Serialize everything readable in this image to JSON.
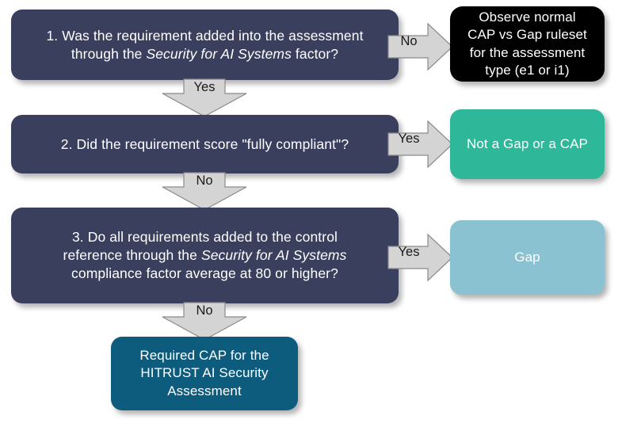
{
  "diagram": {
    "title": "CAP vs Gap decision flow for Security for AI Systems",
    "colors": {
      "decision": "#3b3f5e",
      "black": "#000000",
      "teal": "#2fb79a",
      "light_blue": "#8bc2d2",
      "dark_blue": "#0d5b7d",
      "arrow_fill": "#d4d4d4",
      "arrow_stroke": "#808080",
      "background": "#ffffff"
    },
    "nodes": {
      "q1": {
        "line1": "1. Was the requirement added into the assessment",
        "line2_pre": "through the ",
        "line2_em": "Security for AI Systems",
        "line2_post": " factor?"
      },
      "observe": {
        "line1": "Observe normal",
        "line2": "CAP vs Gap ruleset",
        "line3": "for the assessment",
        "line4": "type (e1 or i1)"
      },
      "q2": {
        "line1": "2. Did the requirement score \"fully compliant\"?"
      },
      "not_gap": {
        "line1": "Not a Gap or a CAP"
      },
      "q3": {
        "line1": "3. Do all requirements added to the control",
        "line2_pre": "reference through the ",
        "line2_em": "Security for AI Systems",
        "line3": "compliance factor average at 80 or higher?"
      },
      "gap": {
        "line1": "Gap"
      },
      "required_cap": {
        "line1": "Required CAP for the",
        "line2": "HITRUST AI Security",
        "line3": "Assessment"
      }
    },
    "arrows": {
      "q1_no": "No",
      "q1_yes": "Yes",
      "q2_yes": "Yes",
      "q2_no": "No",
      "q3_yes": "Yes",
      "q3_no": "No"
    }
  }
}
